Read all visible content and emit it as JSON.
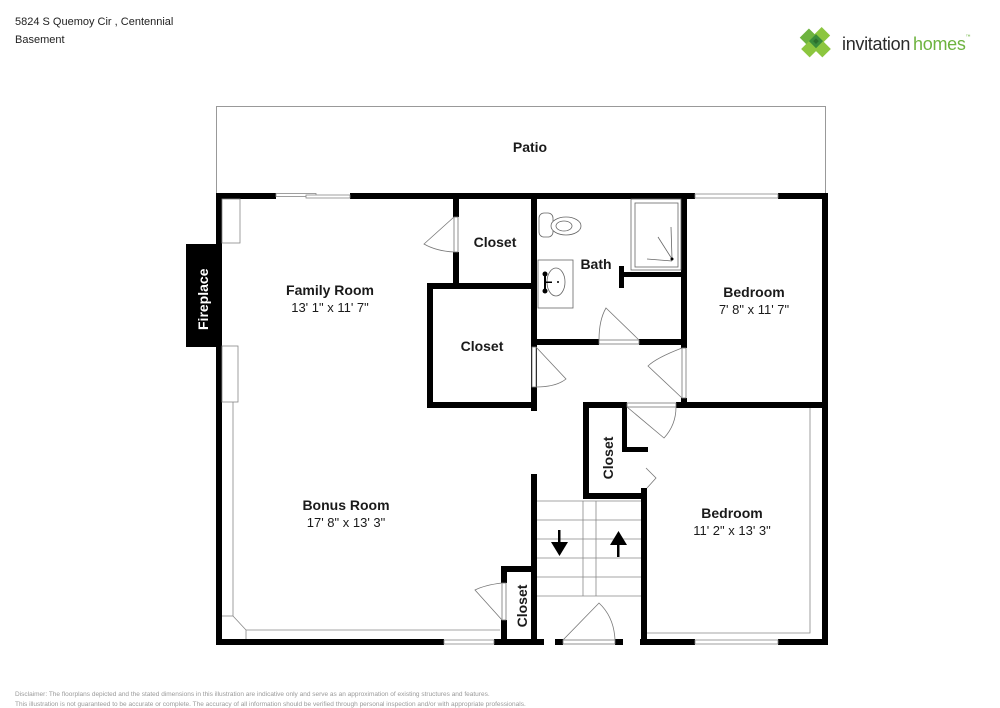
{
  "header": {
    "address": "5824 S Quemoy Cir , Centennial",
    "level": "Basement"
  },
  "logo": {
    "word1": "invitation",
    "word2": "homes",
    "trademark": "™",
    "colors": {
      "dark": "#2b2b2b",
      "green": "#6db33f",
      "green_dark": "#3a8c3a",
      "green_light": "#8cc63f"
    }
  },
  "floorplan": {
    "wall_color": "#000000",
    "line_color": "#888888",
    "rooms": [
      {
        "name": "Patio",
        "dimensions": ""
      },
      {
        "name": "Fireplace",
        "dimensions": ""
      },
      {
        "name": "Family Room",
        "dimensions": "13' 1\" x 11' 7\""
      },
      {
        "name": "Closet",
        "dimensions": ""
      },
      {
        "name": "Bath",
        "dimensions": ""
      },
      {
        "name": "Bedroom",
        "dimensions": "7' 8\" x 11' 7\""
      },
      {
        "name": "Closet",
        "dimensions": ""
      },
      {
        "name": "Bonus Room",
        "dimensions": "17' 8\" x 13' 3\""
      },
      {
        "name": "Closet",
        "dimensions": ""
      },
      {
        "name": "Bedroom",
        "dimensions": "11' 2\" x 13' 3\""
      },
      {
        "name": "Closet",
        "dimensions": ""
      }
    ],
    "stairs": {
      "down_arrow": "down-arrow",
      "up_arrow": "up-arrow"
    }
  },
  "disclaimer": {
    "line1": "Disclaimer: The floorplans depicted and the stated dimensions in this illustration are indicative only and serve as an approximation of existing structures and features.",
    "line2": "This illustration is not guaranteed to be accurate or complete. The accuracy of all information should be verified through personal inspection and/or with appropriate professionals."
  }
}
